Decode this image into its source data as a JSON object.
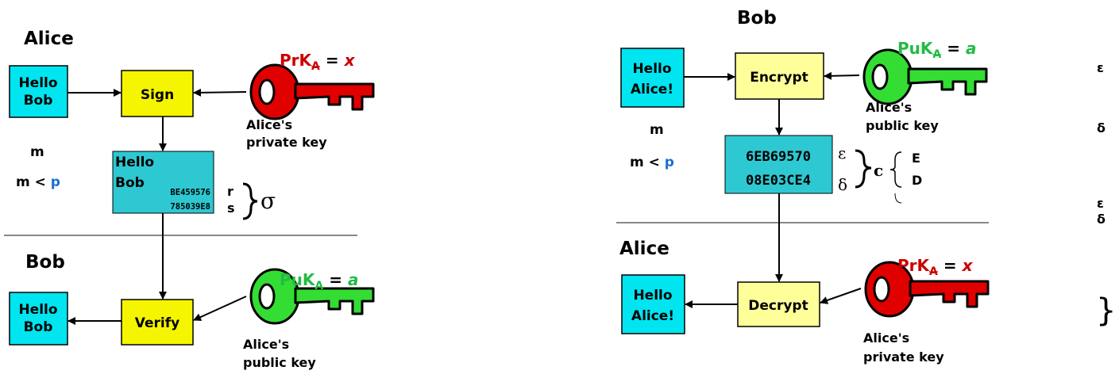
{
  "colors": {
    "cyan": "#00e5f0",
    "cyan_dark": "#2dc8d2",
    "yellow": "#f5f500",
    "light_yellow": "#ffff99",
    "red_key": "#e00000",
    "green_key": "#33dd33",
    "red_text": "#cc0000",
    "green_text": "#22bb44",
    "blue_text": "#1a6fd0"
  },
  "sign": {
    "alice_title": "Alice",
    "msg_top_line1": "Hello",
    "msg_top_line2": "Bob",
    "sign_label": "Sign",
    "priv_key_label": "PrK",
    "priv_key_sub": "A",
    "priv_key_eq": " = ",
    "priv_key_var": "x",
    "key_caption_line1": "Alice's",
    "key_caption_line2": "private key",
    "m_label": "m",
    "m_lt": "m < ",
    "m_p": "p",
    "signed_line1": "Hello",
    "signed_line2": "Bob",
    "sig1": "BE459576",
    "sig2": "785039E8",
    "r_label": "r",
    "s_label": "s",
    "sigma": "σ",
    "bob_title": "Bob",
    "verify_label": "Verify",
    "msg_bottom_line1": "Hello",
    "msg_bottom_line2": "Bob",
    "pub_key_label": "PuK",
    "pub_key_sub": "A",
    "pub_key_eq": " = ",
    "pub_key_var": "a",
    "pub_caption_line1": "Alice's",
    "pub_caption_line2": "public key"
  },
  "encrypt": {
    "bob_title": "Bob",
    "msg_top_line1": "Hello",
    "msg_top_line2": "Alice!",
    "encrypt_label": "Encrypt",
    "pub_key_label": "PuK",
    "pub_key_sub": "A",
    "pub_key_eq": " = ",
    "pub_key_var": "a",
    "pub_caption_line1": "Alice's",
    "pub_caption_line2": "public key",
    "m_label": "m",
    "m_lt": "m < ",
    "m_p": "p",
    "cipher1": "6EB69570",
    "cipher2": "08E03CE4",
    "epsilon": "ε",
    "delta": "δ",
    "c_label": "c",
    "E_label": "E",
    "D_label": "D",
    "alice_title": "Alice",
    "priv_key_label": "PrK",
    "priv_key_sub": "A",
    "priv_key_eq": " = ",
    "priv_key_var": "x",
    "decrypt_label": "Decrypt",
    "msg_bottom_line1": "Hello",
    "msg_bottom_line2": "Alice!",
    "priv_caption_line1": "Alice's",
    "priv_caption_line2": "private key"
  },
  "margin": {
    "epsilon1": "ε",
    "delta1": "δ",
    "epsilon2": "ε",
    "delta2": "δ",
    "brace": "}"
  }
}
